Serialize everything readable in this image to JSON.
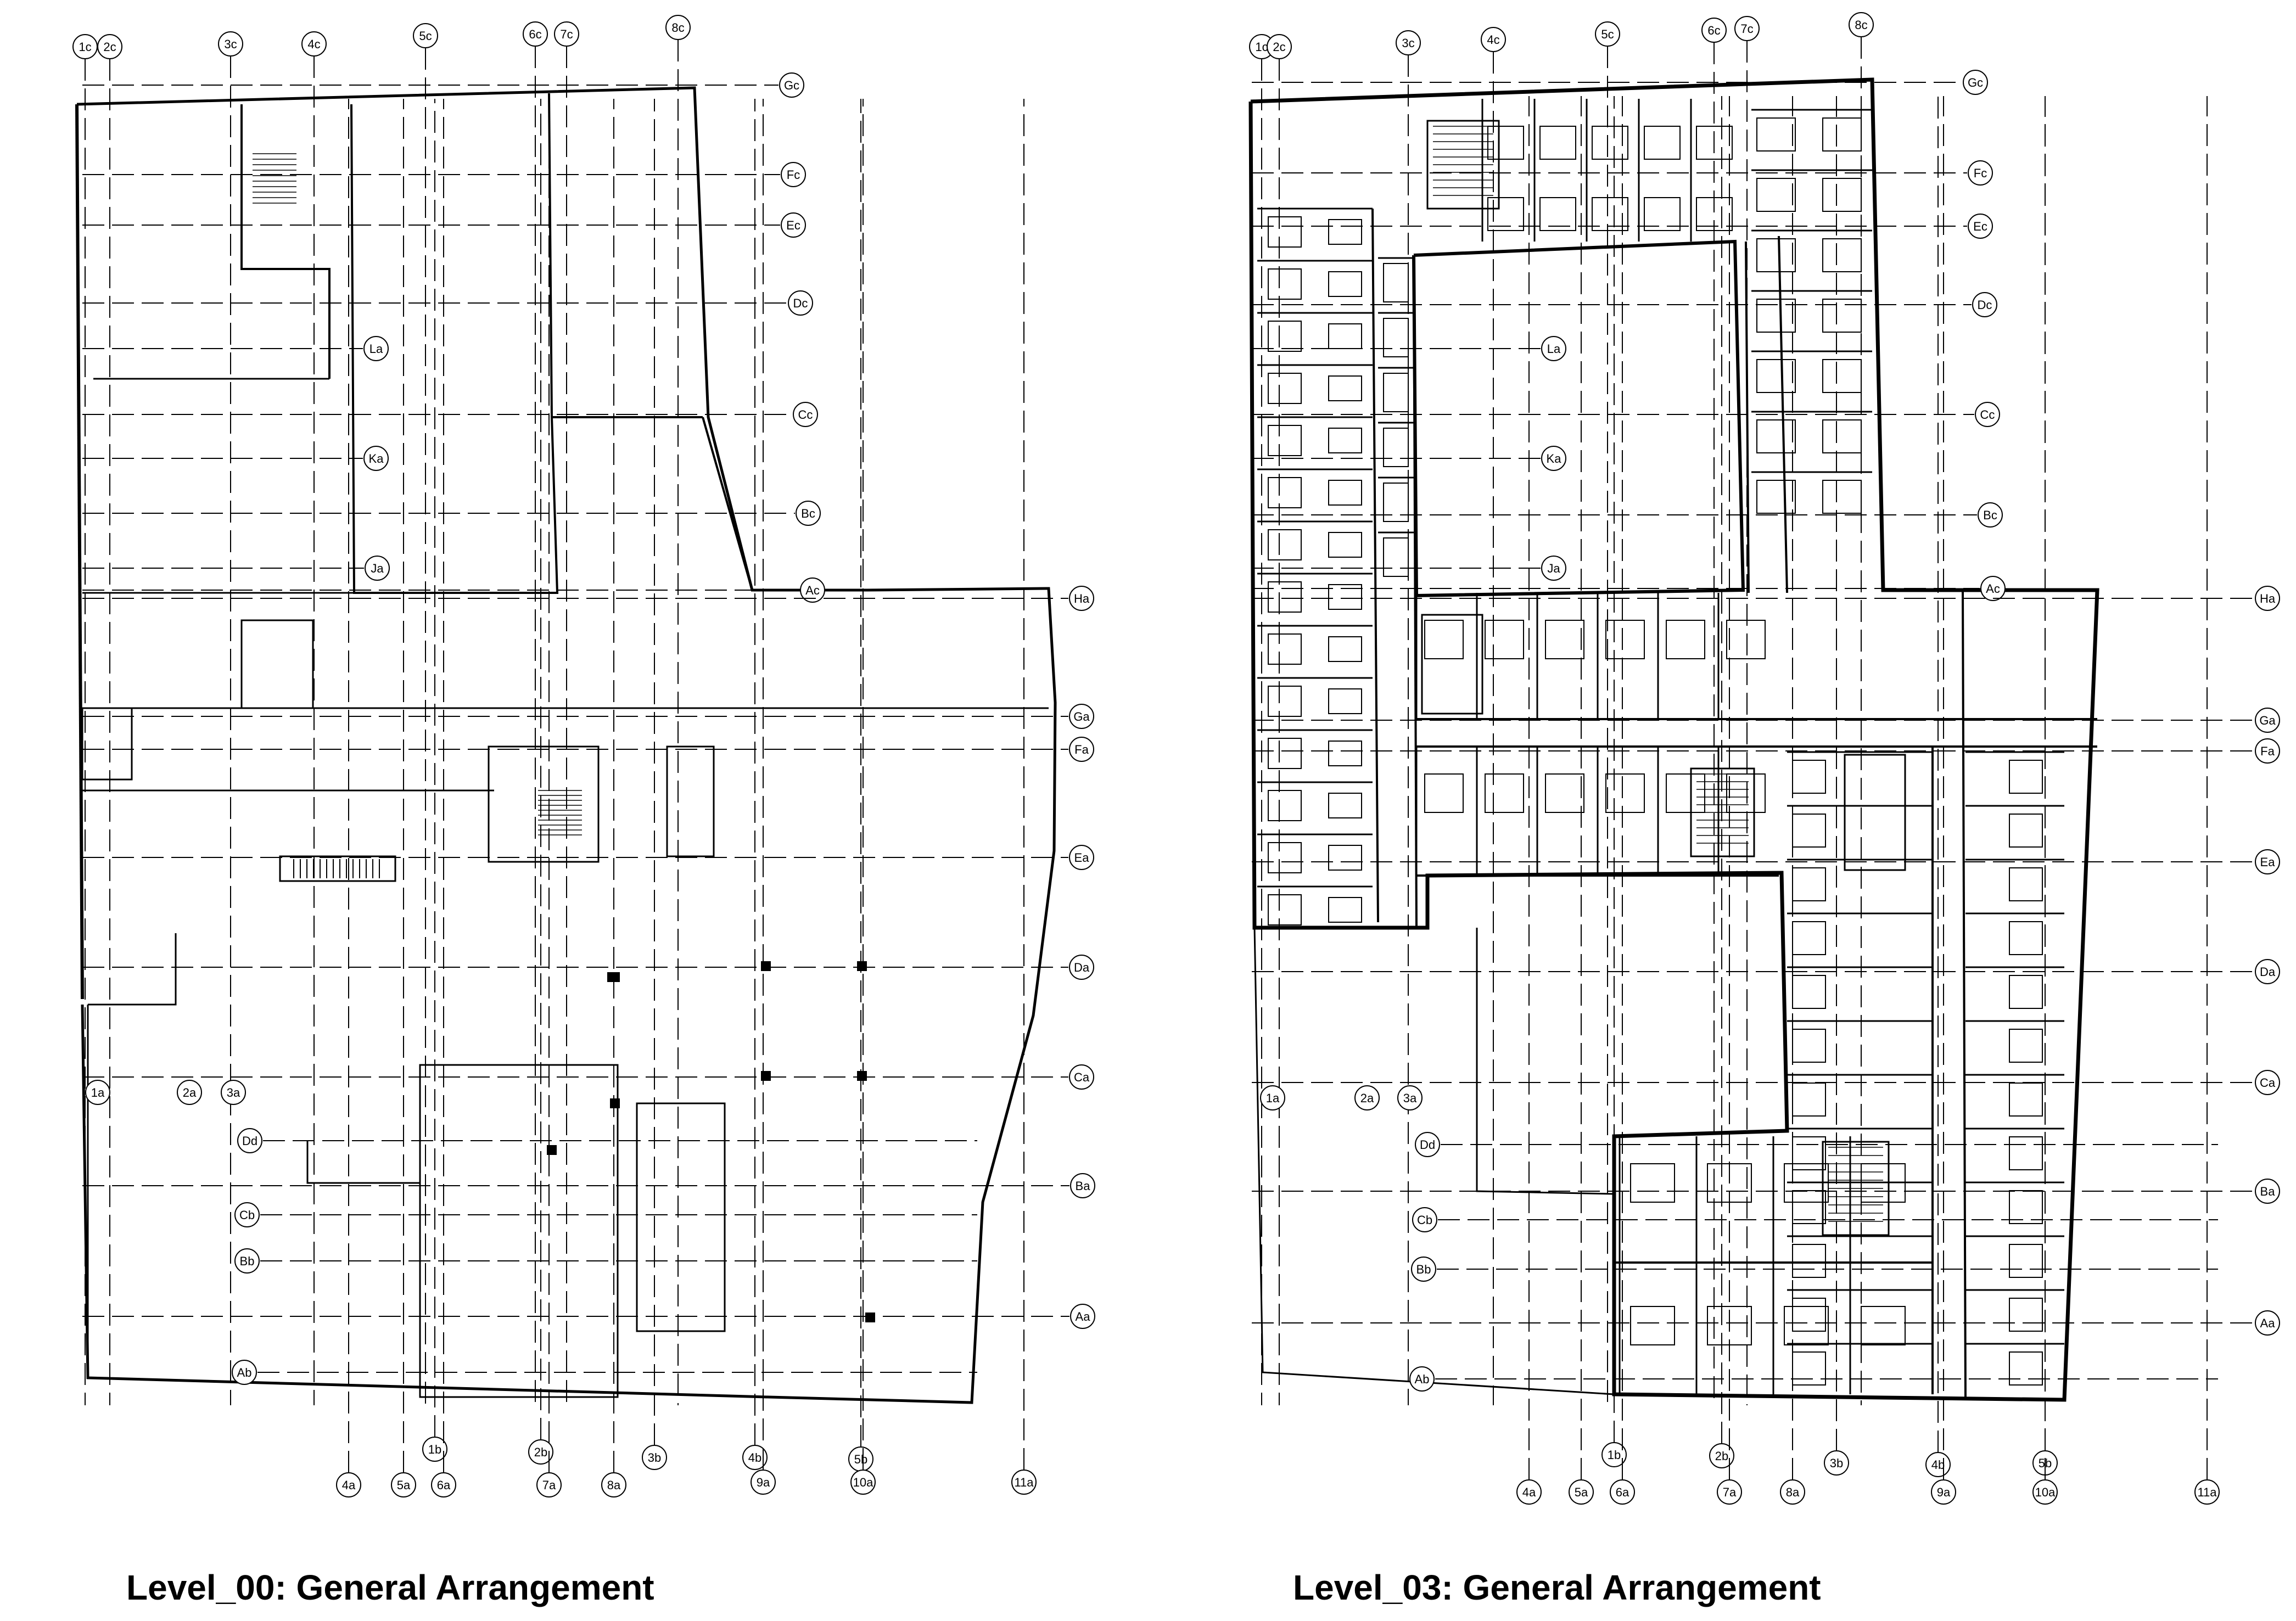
{
  "titles": {
    "left": "Level_00: General Arrangement",
    "right": "Level_03: General Arrangement"
  },
  "gridlines": {
    "left_plan": {
      "top": [
        "1c",
        "2c",
        "3c",
        "4c",
        "5c",
        "6c",
        "7c",
        "8c"
      ],
      "right": [
        "Gc",
        "Fc",
        "Ec",
        "Dc",
        "La",
        "Ka",
        "Cc",
        "Bc",
        "Ja",
        "Ac",
        "Ha",
        "Ga",
        "Fa",
        "Ea",
        "Da",
        "Ca",
        "Ba",
        "Aa"
      ],
      "west": [
        "1a",
        "2a",
        "3a",
        "Dd",
        "Cb",
        "Bb",
        "Ab"
      ],
      "bottom": [
        "1b",
        "2b",
        "3b",
        "4b",
        "5b",
        "4a",
        "5a",
        "6a",
        "7a",
        "8a",
        "9a",
        "10a",
        "11a"
      ]
    },
    "right_plan": {
      "top": [
        "1c",
        "2c",
        "3c",
        "4c",
        "5c",
        "6c",
        "7c",
        "8c"
      ],
      "right": [
        "Gc",
        "Fc",
        "Ec",
        "Dc",
        "La",
        "Ka",
        "Cc",
        "Bc",
        "Ja",
        "Ac",
        "Ha",
        "Ga",
        "Fa",
        "Ea",
        "Da",
        "Ca",
        "Ba",
        "Aa"
      ],
      "west": [
        "1a",
        "2a",
        "3a",
        "Dd",
        "Cb",
        "Bb",
        "Ab"
      ],
      "bottom": [
        "1b",
        "2b",
        "3b",
        "4b",
        "5b",
        "4a",
        "5a",
        "6a",
        "7a",
        "8a",
        "9a",
        "10a",
        "11a"
      ]
    }
  },
  "colors": {
    "linework": "#000000",
    "background": "#ffffff",
    "gridline": "#333333"
  }
}
